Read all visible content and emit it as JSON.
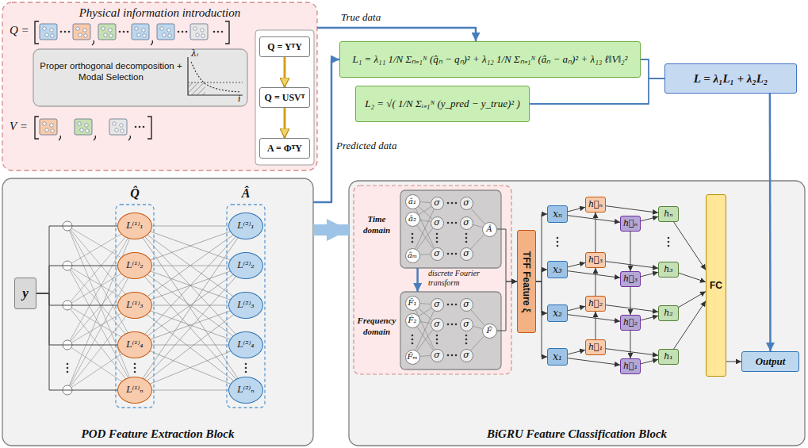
{
  "diagram": {
    "nodes": [
      {
        "text": [
          "Physical information introduction"
        ]
      },
      {
        "text": [
          "Proper orthogonal decomposition + Modal Selection"
        ],
        "in": 0
      },
      {
        "text": [
          "Q = YᵀY"
        ],
        "in": 0
      },
      {
        "text": [
          "Q = USVᵀ"
        ],
        "in": 0
      },
      {
        "text": [
          "A = ΦᵀY"
        ],
        "in": 0
      },
      {
        "text": [
          "L₁ = λ₁₁ 1/N Σₙ₌₁ᴺ (q̂ₙ − qₙ)² + λ₁₂ 1/N Σₙ₌₁ᴺ (âₙ − aₙ)² + λ₁₃ ℓ‖V‖₂²"
        ]
      },
      {
        "text": [
          "L₂ = √( 1/N Σᵢ₌₁ᴺ (y_pred − y_true)² )"
        ]
      },
      {
        "text": [
          "L = λ₁L₁ + λ₂L₂"
        ]
      },
      {
        "text": [
          "POD Feature Extraction Block"
        ]
      },
      {
        "text": [
          "y"
        ],
        "in": 8
      },
      {
        "text": [
          "Q̂"
        ],
        "in": 8
      },
      {
        "text": [
          "L⁽¹⁾₁"
        ],
        "in": 10
      },
      {
        "text": [
          "L⁽¹⁾₂"
        ],
        "in": 10
      },
      {
        "text": [
          "L⁽¹⁾₃"
        ],
        "in": 10
      },
      {
        "text": [
          "L⁽¹⁾₄"
        ],
        "in": 10
      },
      {
        "text": [
          "L⁽¹⁾ₙ"
        ],
        "in": 10
      },
      {
        "text": [
          "Â"
        ],
        "in": 8
      },
      {
        "text": [
          "L⁽²⁾₁"
        ],
        "in": 16
      },
      {
        "text": [
          "L⁽²⁾₂"
        ],
        "in": 16
      },
      {
        "text": [
          "L⁽²⁾₃"
        ],
        "in": 16
      },
      {
        "text": [
          "L⁽²⁾₄"
        ],
        "in": 16
      },
      {
        "text": [
          "L⁽²⁾ₙ"
        ],
        "in": 16
      },
      {
        "text": [
          "BiGRU Feature Classification Block"
        ]
      },
      {
        "text": [
          "Time domain"
        ],
        "in": 22
      },
      {
        "text": [
          "â₁"
        ],
        "in": 23
      },
      {
        "text": [
          "â₂"
        ],
        "in": 23
      },
      {
        "text": [
          "âₘ"
        ],
        "in": 23
      },
      {
        "text": [
          "σ"
        ],
        "in": 23
      },
      {
        "text": [
          "σ"
        ],
        "in": 23
      },
      {
        "text": [
          "σ"
        ],
        "in": 23
      },
      {
        "text": [
          "σ"
        ],
        "in": 23
      },
      {
        "text": [
          "σ"
        ],
        "in": 23
      },
      {
        "text": [
          "σ"
        ],
        "in": 23
      },
      {
        "text": [
          "Â"
        ],
        "in": 23
      },
      {
        "text": [
          "Frequency domain"
        ],
        "in": 22
      },
      {
        "text": [
          "F̂₁"
        ],
        "in": 34
      },
      {
        "text": [
          "F̂₂"
        ],
        "in": 34
      },
      {
        "text": [
          "F̂ₘ"
        ],
        "in": 34
      },
      {
        "text": [
          "σ"
        ],
        "in": 34
      },
      {
        "text": [
          "σ"
        ],
        "in": 34
      },
      {
        "text": [
          "σ"
        ],
        "in": 34
      },
      {
        "text": [
          "σ"
        ],
        "in": 34
      },
      {
        "text": [
          "σ"
        ],
        "in": 34
      },
      {
        "text": [
          "σ"
        ],
        "in": 34
      },
      {
        "text": [
          "F̂"
        ],
        "in": 34
      },
      {
        "text": [
          "TFF Feature ξ"
        ],
        "in": 22
      },
      {
        "text": [
          "x₁"
        ],
        "in": 22
      },
      {
        "text": [
          "x₂"
        ],
        "in": 22
      },
      {
        "text": [
          "x₃"
        ],
        "in": 22
      },
      {
        "text": [
          "xₙ"
        ],
        "in": 22
      },
      {
        "text": [
          "h⃗₁"
        ],
        "in": 22
      },
      {
        "text": [
          "h⃗₂"
        ],
        "in": 22
      },
      {
        "text": [
          "h⃗₃"
        ],
        "in": 22
      },
      {
        "text": [
          "h⃗ₙ"
        ],
        "in": 22
      },
      {
        "text": [
          "h⃖₁"
        ],
        "in": 22
      },
      {
        "text": [
          "h⃖₂"
        ],
        "in": 22
      },
      {
        "text": [
          "h⃖₃"
        ],
        "in": 22
      },
      {
        "text": [
          "h⃖ₙ"
        ],
        "in": 22
      },
      {
        "text": [
          "h₁"
        ],
        "in": 22
      },
      {
        "text": [
          "h₂"
        ],
        "in": 22
      },
      {
        "text": [
          "h₃"
        ],
        "in": 22
      },
      {
        "text": [
          "hₙ"
        ],
        "in": 22
      },
      {
        "text": [
          "FC"
        ],
        "in": 22
      },
      {
        "text": [
          "Output"
        ],
        "in": 22
      }
    ],
    "edges": [
      {
        "from": 0,
        "to": 5,
        "arrow": "to",
        "label": "True data"
      },
      {
        "from": 8,
        "to": 5,
        "arrow": "to",
        "label": "Predicted data"
      },
      {
        "from": 2,
        "to": 3,
        "arrow": "to"
      },
      {
        "from": 3,
        "to": 4,
        "arrow": "to"
      },
      {
        "from": 5,
        "to": 7,
        "arrow": "none"
      },
      {
        "from": 6,
        "to": 7,
        "arrow": "none"
      },
      {
        "from": 7,
        "to": 63,
        "arrow": "to"
      },
      {
        "from": 9,
        "to": 11,
        "arrow": "none"
      },
      {
        "from": 9,
        "to": 12,
        "arrow": "none"
      },
      {
        "from": 9,
        "to": 13,
        "arrow": "none"
      },
      {
        "from": 9,
        "to": 14,
        "arrow": "none"
      },
      {
        "from": 9,
        "to": 15,
        "arrow": "none"
      },
      {
        "from": 11,
        "to": 17,
        "arrow": "none"
      },
      {
        "from": 11,
        "to": 18,
        "arrow": "none"
      },
      {
        "from": 11,
        "to": 19,
        "arrow": "none"
      },
      {
        "from": 11,
        "to": 20,
        "arrow": "none"
      },
      {
        "from": 11,
        "to": 21,
        "arrow": "none"
      },
      {
        "from": 12,
        "to": 17,
        "arrow": "none"
      },
      {
        "from": 12,
        "to": 18,
        "arrow": "none"
      },
      {
        "from": 12,
        "to": 19,
        "arrow": "none"
      },
      {
        "from": 12,
        "to": 20,
        "arrow": "none"
      },
      {
        "from": 12,
        "to": 21,
        "arrow": "none"
      },
      {
        "from": 13,
        "to": 17,
        "arrow": "none"
      },
      {
        "from": 13,
        "to": 18,
        "arrow": "none"
      },
      {
        "from": 13,
        "to": 19,
        "arrow": "none"
      },
      {
        "from": 13,
        "to": 20,
        "arrow": "none"
      },
      {
        "from": 13,
        "to": 21,
        "arrow": "none"
      },
      {
        "from": 14,
        "to": 17,
        "arrow": "none"
      },
      {
        "from": 14,
        "to": 18,
        "arrow": "none"
      },
      {
        "from": 14,
        "to": 19,
        "arrow": "none"
      },
      {
        "from": 14,
        "to": 20,
        "arrow": "none"
      },
      {
        "from": 14,
        "to": 21,
        "arrow": "none"
      },
      {
        "from": 15,
        "to": 17,
        "arrow": "none"
      },
      {
        "from": 15,
        "to": 18,
        "arrow": "none"
      },
      {
        "from": 15,
        "to": 19,
        "arrow": "none"
      },
      {
        "from": 15,
        "to": 20,
        "arrow": "none"
      },
      {
        "from": 15,
        "to": 21,
        "arrow": "none"
      },
      {
        "from": 8,
        "to": 22,
        "arrow": "to"
      },
      {
        "from": 24,
        "to": 27,
        "arrow": "none"
      },
      {
        "from": 24,
        "to": 28,
        "arrow": "none"
      },
      {
        "from": 24,
        "to": 29,
        "arrow": "none"
      },
      {
        "from": 25,
        "to": 27,
        "arrow": "none"
      },
      {
        "from": 25,
        "to": 28,
        "arrow": "none"
      },
      {
        "from": 25,
        "to": 29,
        "arrow": "none"
      },
      {
        "from": 26,
        "to": 27,
        "arrow": "none"
      },
      {
        "from": 26,
        "to": 28,
        "arrow": "none"
      },
      {
        "from": 26,
        "to": 29,
        "arrow": "none"
      },
      {
        "from": 30,
        "to": 33,
        "arrow": "none"
      },
      {
        "from": 31,
        "to": 33,
        "arrow": "none"
      },
      {
        "from": 32,
        "to": 33,
        "arrow": "none"
      },
      {
        "from": 35,
        "to": 38,
        "arrow": "none"
      },
      {
        "from": 35,
        "to": 39,
        "arrow": "none"
      },
      {
        "from": 35,
        "to": 40,
        "arrow": "none"
      },
      {
        "from": 36,
        "to": 38,
        "arrow": "none"
      },
      {
        "from": 36,
        "to": 39,
        "arrow": "none"
      },
      {
        "from": 36,
        "to": 40,
        "arrow": "none"
      },
      {
        "from": 37,
        "to": 38,
        "arrow": "none"
      },
      {
        "from": 37,
        "to": 39,
        "arrow": "none"
      },
      {
        "from": 37,
        "to": 40,
        "arrow": "none"
      },
      {
        "from": 41,
        "to": 44,
        "arrow": "none"
      },
      {
        "from": 42,
        "to": 44,
        "arrow": "none"
      },
      {
        "from": 43,
        "to": 44,
        "arrow": "none"
      },
      {
        "from": 23,
        "to": 34,
        "arrow": "to",
        "label": "discrete Fourier transform"
      },
      {
        "from": 33,
        "to": 45,
        "arrow": "to"
      },
      {
        "from": 44,
        "to": 45,
        "arrow": "to"
      },
      {
        "from": 45,
        "to": 46,
        "arrow": "to"
      },
      {
        "from": 45,
        "to": 47,
        "arrow": "to"
      },
      {
        "from": 45,
        "to": 48,
        "arrow": "to"
      },
      {
        "from": 45,
        "to": 49,
        "arrow": "to"
      },
      {
        "from": 46,
        "to": 50,
        "arrow": "to"
      },
      {
        "from": 47,
        "to": 51,
        "arrow": "to"
      },
      {
        "from": 48,
        "to": 52,
        "arrow": "to"
      },
      {
        "from": 49,
        "to": 53,
        "arrow": "to"
      },
      {
        "from": 46,
        "to": 54,
        "arrow": "to"
      },
      {
        "from": 47,
        "to": 55,
        "arrow": "to"
      },
      {
        "from": 48,
        "to": 56,
        "arrow": "to"
      },
      {
        "from": 49,
        "to": 57,
        "arrow": "to"
      },
      {
        "from": 50,
        "to": 58,
        "arrow": "to"
      },
      {
        "from": 51,
        "to": 59,
        "arrow": "to"
      },
      {
        "from": 52,
        "to": 60,
        "arrow": "to"
      },
      {
        "from": 53,
        "to": 61,
        "arrow": "to"
      },
      {
        "from": 54,
        "to": 58,
        "arrow": "to"
      },
      {
        "from": 55,
        "to": 59,
        "arrow": "to"
      },
      {
        "from": 56,
        "to": 60,
        "arrow": "to"
      },
      {
        "from": 57,
        "to": 61,
        "arrow": "to"
      },
      {
        "from": 50,
        "to": 51,
        "arrow": "to"
      },
      {
        "from": 51,
        "to": 52,
        "arrow": "to"
      },
      {
        "from": 52,
        "to": 53,
        "arrow": "to"
      },
      {
        "from": 57,
        "to": 56,
        "arrow": "to"
      },
      {
        "from": 56,
        "to": 55,
        "arrow": "to"
      },
      {
        "from": 55,
        "to": 54,
        "arrow": "to"
      },
      {
        "from": 58,
        "to": 62,
        "arrow": "to"
      },
      {
        "from": 59,
        "to": 62,
        "arrow": "to"
      },
      {
        "from": 60,
        "to": 62,
        "arrow": "to"
      },
      {
        "from": 61,
        "to": 62,
        "arrow": "to"
      },
      {
        "from": 62,
        "to": 63,
        "arrow": "to"
      }
    ],
    "labels": [
      "Q =",
      "V =",
      "λᵢ",
      "i"
    ]
  }
}
